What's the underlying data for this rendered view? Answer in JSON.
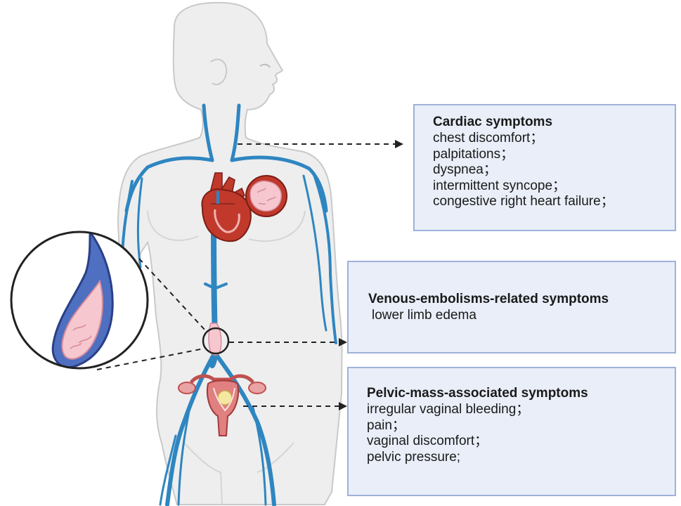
{
  "boxes": {
    "cardiac": {
      "title": "Cardiac symptoms",
      "items": [
        "chest discomfort；",
        "palpitations；",
        "dyspnea；",
        "intermittent syncope；",
        "congestive right heart failure；"
      ]
    },
    "venous": {
      "title": "Venous-embolisms-related symptoms",
      "items": [
        "lower limb edema"
      ]
    },
    "pelvic": {
      "title": "Pelvic-mass-associated symptoms",
      "items": [
        "irregular vaginal bleeding；",
        "pain；",
        "vaginal discomfort；",
        "pelvic pressure;"
      ]
    }
  },
  "colors": {
    "body_fill": "#eeeeee",
    "body_outline": "#c9c9c9",
    "vein": "#2e86c1",
    "heart": "#c0392b",
    "tumor": "#f6c7cf",
    "box_fill": "#e9eef8",
    "box_border": "#9fb1d9",
    "arrow": "#222222"
  },
  "icons": [
    "female-body-silhouette-icon",
    "heart-icon",
    "uterus-icon",
    "vein-tumor-zoom-icon",
    "tumor-mass-icon"
  ]
}
